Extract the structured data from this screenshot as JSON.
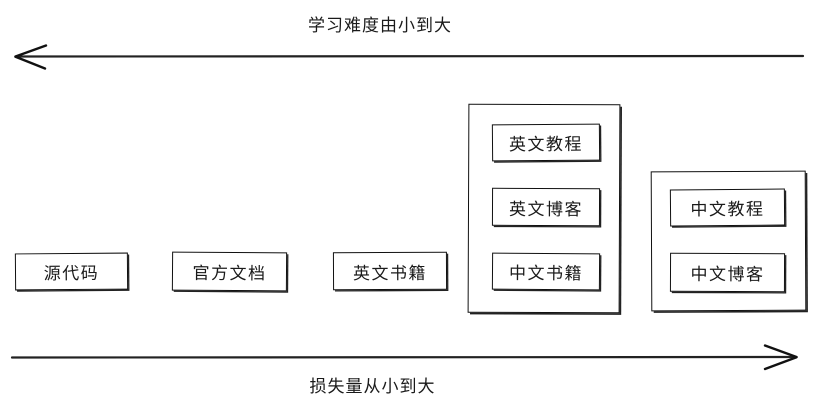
{
  "diagram": {
    "title_top": "学习难度由小到大",
    "title_bottom": "损失量从小到大",
    "axes": [
      {
        "name": "top-axis",
        "direction": "left",
        "label": "学习难度由小到大"
      },
      {
        "name": "bottom-axis",
        "direction": "right",
        "label": "损失量从小到大"
      }
    ],
    "nodes": [
      {
        "id": "source-code",
        "label": "源代码"
      },
      {
        "id": "official-docs",
        "label": "官方文档"
      },
      {
        "id": "english-books",
        "label": "英文书籍"
      },
      {
        "id": "english-tutorials",
        "label": "英文教程"
      },
      {
        "id": "english-blogs",
        "label": "英文博客"
      },
      {
        "id": "chinese-books",
        "label": "中文书籍"
      },
      {
        "id": "chinese-tutorials",
        "label": "中文教程"
      },
      {
        "id": "chinese-blogs",
        "label": "中文博客"
      }
    ],
    "groups": [
      {
        "id": "group-english-mixed",
        "members": [
          "英文教程",
          "英文博客",
          "中文书籍"
        ]
      },
      {
        "id": "group-chinese",
        "members": [
          "中文教程",
          "中文博客"
        ]
      }
    ],
    "colors": {
      "stroke": "#111111",
      "text": "#1a1a1a",
      "background": "#ffffff"
    }
  }
}
